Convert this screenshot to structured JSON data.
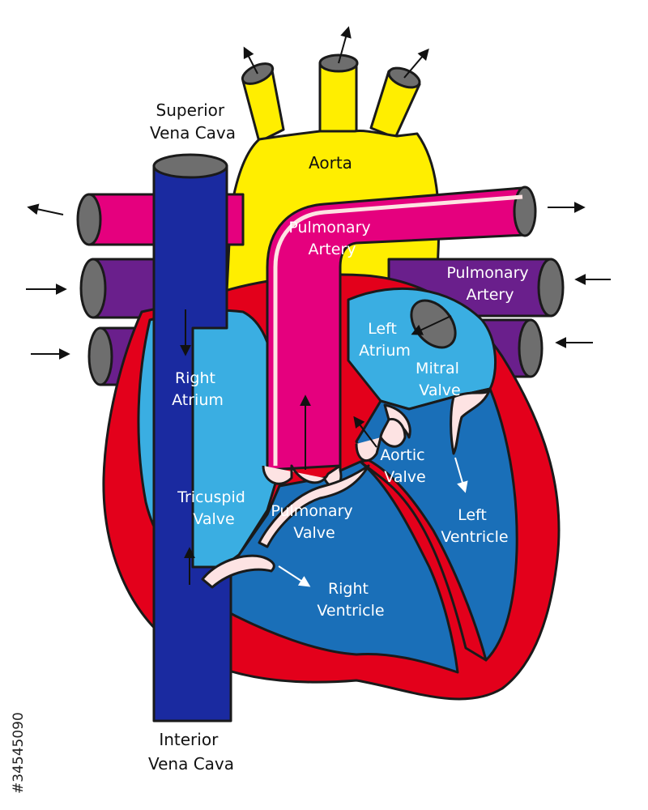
{
  "colors": {
    "aorta": "#ffee00",
    "vena_cava": "#1a2aa0",
    "pulmonary_artery": "#e5007e",
    "pulmonary_vein": "#6a1f8c",
    "vessel_cap": "#6e6e6e",
    "heart_wall": "#e3001b",
    "atrium": "#3aaee2",
    "ventricle": "#1a6fb8",
    "valve": "#fde3e3",
    "outline": "#1a1a1a"
  },
  "labels": {
    "superior_vena_cava": [
      "Superior",
      "Vena Cava"
    ],
    "inferior_vena_cava": [
      "Interior",
      "Vena Cava"
    ],
    "aorta": [
      "Aorta"
    ],
    "pulmonary_artery_center": [
      "Pulmonary",
      "Artery"
    ],
    "pulmonary_artery_right": [
      "Pulmonary",
      "Artery"
    ],
    "right_atrium": [
      "Right",
      "Atrium"
    ],
    "left_atrium": [
      "Left",
      "Atrium"
    ],
    "mitral_valve": [
      "Mitral",
      "Valve"
    ],
    "tricuspid_valve": [
      "Tricuspid",
      "Valve"
    ],
    "aortic_valve": [
      "Aortic",
      "Valve"
    ],
    "pulmonary_valve": [
      "Pulmonary",
      "Valve"
    ],
    "left_ventricle": [
      "Left",
      "Ventricle"
    ],
    "right_ventricle": [
      "Right",
      "Ventricle"
    ]
  },
  "stock_id": "#34545090"
}
